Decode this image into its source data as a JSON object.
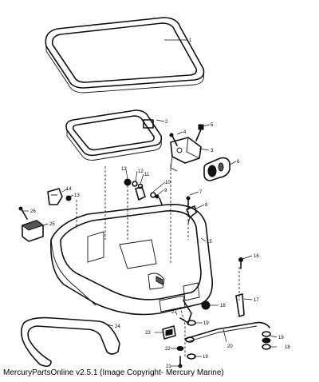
{
  "caption": "MercuryPartsOnline v2.5.1 (Image Copyright- Mercury Marine)",
  "callouts": [
    "1",
    "2",
    "3",
    "4",
    "5",
    "6",
    "7",
    "8",
    "9",
    "10",
    "11",
    "12",
    "13",
    "13",
    "14",
    "15",
    "16",
    "17",
    "18",
    "18",
    "19",
    "19",
    "19",
    "20",
    "21",
    "22",
    "23",
    "24",
    "25",
    "26",
    "27"
  ]
}
